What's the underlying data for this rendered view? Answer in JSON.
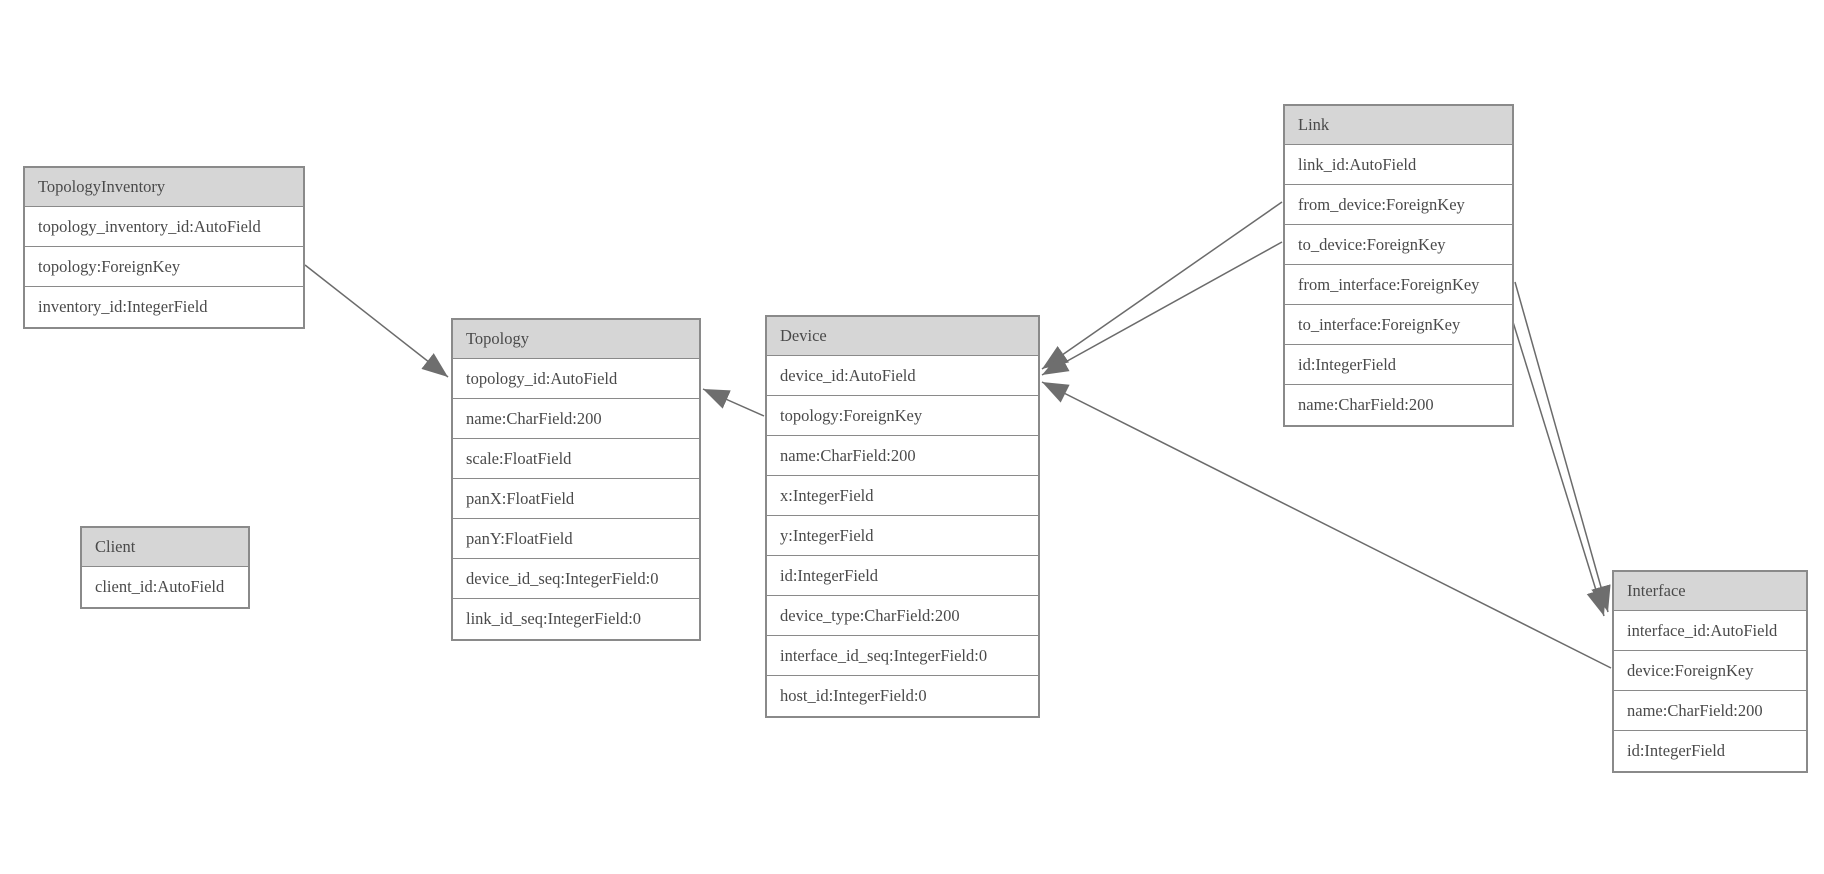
{
  "diagram": {
    "type": "entity-relationship-schema",
    "colors": {
      "header_fill": "#d6d6d6",
      "row_fill": "#ffffff",
      "border": "#8a8a8a",
      "text": "#4a4a4a",
      "edge": "#6b6b6b",
      "arrow_fill": "#6e6e6e",
      "background": "#ffffff"
    }
  },
  "entities": {
    "topology_inventory": {
      "name": "TopologyInventory",
      "fields": [
        "topology_inventory_id:AutoField",
        "topology:ForeignKey",
        "inventory_id:IntegerField"
      ]
    },
    "topology": {
      "name": "Topology",
      "fields": [
        "topology_id:AutoField",
        "name:CharField:200",
        "scale:FloatField",
        "panX:FloatField",
        "panY:FloatField",
        "device_id_seq:IntegerField:0",
        "link_id_seq:IntegerField:0"
      ]
    },
    "client": {
      "name": "Client",
      "fields": [
        "client_id:AutoField"
      ]
    },
    "device": {
      "name": "Device",
      "fields": [
        "device_id:AutoField",
        "topology:ForeignKey",
        "name:CharField:200",
        "x:IntegerField",
        "y:IntegerField",
        "id:IntegerField",
        "device_type:CharField:200",
        "interface_id_seq:IntegerField:0",
        "host_id:IntegerField:0"
      ]
    },
    "link": {
      "name": "Link",
      "fields": [
        "link_id:AutoField",
        "from_device:ForeignKey",
        "to_device:ForeignKey",
        "from_interface:ForeignKey",
        "to_interface:ForeignKey",
        "id:IntegerField",
        "name:CharField:200"
      ]
    },
    "interface": {
      "name": "Interface",
      "fields": [
        "interface_id:AutoField",
        "device:ForeignKey",
        "name:CharField:200",
        "id:IntegerField"
      ]
    }
  },
  "relationships": [
    {
      "from": "TopologyInventory.topology",
      "to": "Topology.topology_id"
    },
    {
      "from": "Device.topology",
      "to": "Topology.topology_id"
    },
    {
      "from": "Link.from_device",
      "to": "Device.device_id"
    },
    {
      "from": "Link.to_device",
      "to": "Device.device_id"
    },
    {
      "from": "Link.from_interface",
      "to": "Interface.interface_id"
    },
    {
      "from": "Link.to_interface",
      "to": "Interface.interface_id"
    },
    {
      "from": "Interface.device",
      "to": "Device.device_id"
    }
  ]
}
